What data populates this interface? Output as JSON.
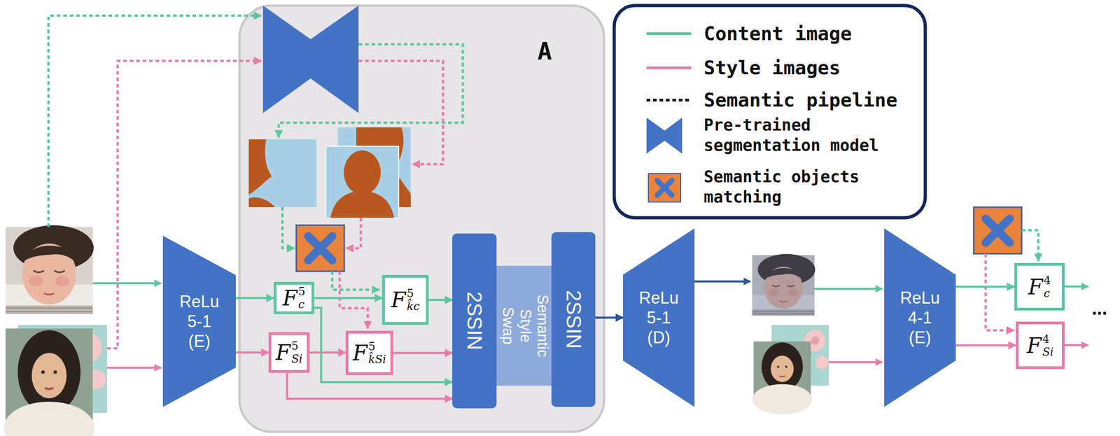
{
  "diagram": {
    "nodes": [
      {
        "text": [
          "ReLu 5-1 (E)"
        ]
      },
      {
        "text": [
          "A"
        ]
      },
      {
        "text": [
          "F",
          "5",
          "c"
        ],
        "in": 1
      },
      {
        "text": [
          "F",
          "5",
          "k̂c"
        ],
        "in": 1
      },
      {
        "text": [
          "F",
          "5",
          "Si"
        ],
        "in": 1
      },
      {
        "text": [
          "F",
          "5",
          "k̂Si"
        ],
        "in": 1
      },
      {
        "text": [
          "2SSIN"
        ],
        "in": 1
      },
      {
        "text": [
          "Semantic Style Swap"
        ],
        "in": 1
      },
      {
        "text": [
          "2SSIN"
        ],
        "in": 1
      },
      {
        "text": [
          "ReLu 5-1 (D)"
        ]
      },
      {
        "text": [
          "ReLu 4-1 (E)"
        ]
      },
      {
        "text": [
          "F",
          "4",
          "c"
        ]
      },
      {
        "text": [
          "F",
          "4",
          "Si"
        ]
      }
    ],
    "edges": [
      {
        "from": 0,
        "to": 2,
        "arrow": "to"
      },
      {
        "from": 0,
        "to": 4,
        "arrow": "to"
      },
      {
        "from": 2,
        "to": 3,
        "arrow": "to"
      },
      {
        "from": 4,
        "to": 5,
        "arrow": "to"
      },
      {
        "from": 3,
        "to": 6,
        "arrow": "to"
      },
      {
        "from": 5,
        "to": 6,
        "arrow": "to"
      },
      {
        "from": 2,
        "to": 6,
        "arrow": "to"
      },
      {
        "from": 4,
        "to": 6,
        "arrow": "to"
      },
      {
        "from": 8,
        "to": 9,
        "arrow": "to"
      },
      {
        "from": 10,
        "to": 11,
        "arrow": "to"
      },
      {
        "from": 10,
        "to": 12,
        "arrow": "to"
      }
    ],
    "labels": [
      "..."
    ],
    "legend": [
      {
        "text": "Content image"
      },
      {
        "text": "Style images"
      },
      {
        "text": "Semantic pipeline"
      },
      {
        "text": "Pre-trained segmentation model"
      },
      {
        "text": "Semantic objects matching"
      }
    ]
  }
}
